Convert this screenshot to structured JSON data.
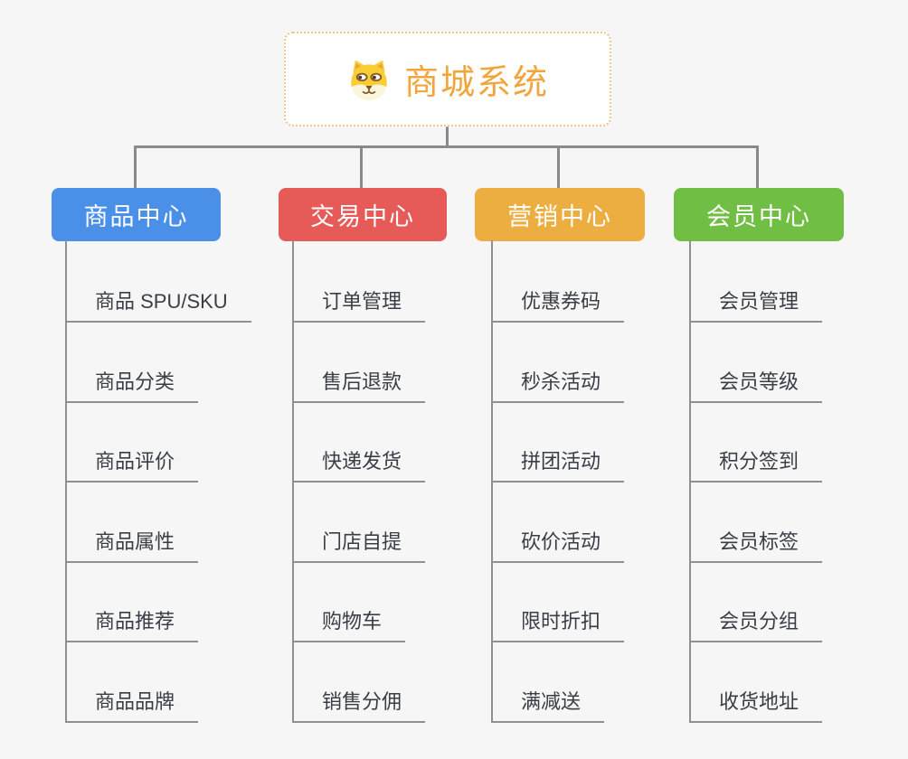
{
  "root": {
    "title": "商城系统",
    "icon": "shiba-dog-icon"
  },
  "branches": [
    {
      "label": "商品中心",
      "color": "#4A90E8",
      "children": [
        "商品 SPU/SKU",
        "商品分类",
        "商品评价",
        "商品属性",
        "商品推荐",
        "商品品牌"
      ]
    },
    {
      "label": "交易中心",
      "color": "#E65B58",
      "children": [
        "订单管理",
        "售后退款",
        "快递发货",
        "门店自提",
        "购物车",
        "销售分佣"
      ]
    },
    {
      "label": "营销中心",
      "color": "#EDAE41",
      "children": [
        "优惠券码",
        "秒杀活动",
        "拼团活动",
        "砍价活动",
        "限时折扣",
        "满减送"
      ]
    },
    {
      "label": "会员中心",
      "color": "#70BE43",
      "children": [
        "会员管理",
        "会员等级",
        "积分签到",
        "会员标签",
        "会员分组",
        "收货地址"
      ]
    }
  ],
  "colors": {
    "background": "#F6F6F6",
    "connector": "#8A8A8A",
    "leaf_line": "#909090",
    "leaf_text": "#393E46",
    "root_text": "#F0A63C",
    "root_border": "#F2C488",
    "branch_text": "#FFFFFF"
  }
}
